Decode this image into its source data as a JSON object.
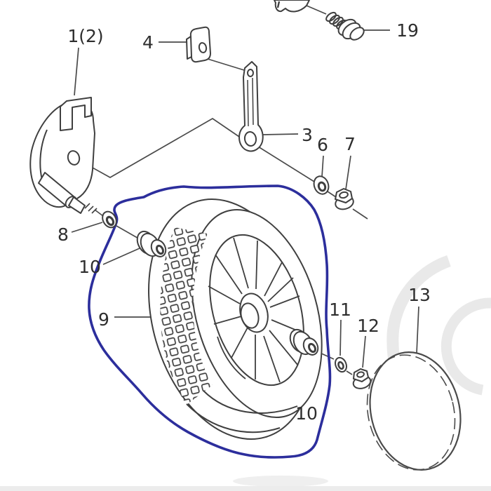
{
  "diagram": {
    "kind": "exploded-parts-diagram",
    "colors": {
      "line": "#3f3f3f",
      "leader": "#4a4a4a",
      "highlight": "#2c2e9c",
      "label": "#2e2e2e",
      "watermark": "#e9e9e9"
    },
    "labels": [
      {
        "part": "1(2)",
        "text": "1(2)"
      },
      {
        "part": "4",
        "text": "4"
      },
      {
        "part": "19",
        "text": "19"
      },
      {
        "part": "3",
        "text": "3"
      },
      {
        "part": "6",
        "text": "6"
      },
      {
        "part": "7",
        "text": "7"
      },
      {
        "part": "8",
        "text": "8"
      },
      {
        "part": "10",
        "text": "10"
      },
      {
        "part": "9",
        "text": "9"
      },
      {
        "part": "10",
        "text": "10"
      },
      {
        "part": "11",
        "text": "11"
      },
      {
        "part": "12",
        "text": "12"
      },
      {
        "part": "13",
        "text": "13"
      }
    ]
  }
}
